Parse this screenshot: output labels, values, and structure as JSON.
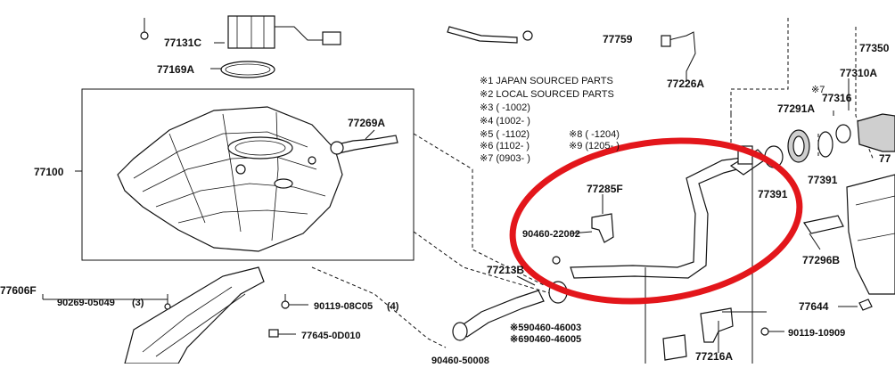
{
  "labels": {
    "p77131c": "77131C",
    "p77169a": "77169A",
    "p77100": "77100",
    "p77269a": "77269A",
    "p77606f": "77606F",
    "p90269": "90269-05049",
    "p90269_qty": "(3)",
    "p90119_08c05": "90119-08C05",
    "p90119_08c05_qty": "(4)",
    "p77645": "77645-0D010",
    "p77759": "77759",
    "p77226a": "77226A",
    "p77350": "77350",
    "p77310a": "77310A",
    "p77316": "77316",
    "p77291a": "77291A",
    "p77391_a": "77391",
    "p77391_b": "77391",
    "p77285f": "77285F",
    "p90460_22002": "90460-22002",
    "p77213b": "77213B",
    "p590460": "※590460-46003",
    "p690460": "※690460-46005",
    "p90460_50008": "90460-50008",
    "p77216a": "77216A",
    "p77296b": "77296B",
    "p77644": "77644",
    "p90119_10909": "90119-10909",
    "p77_right": "77",
    "mark7": "※7"
  },
  "notes": {
    "n1": "※1 JAPAN SOURCED PARTS",
    "n2": "※2 LOCAL SOURCED PARTS",
    "n3": "※3 (    -1002)",
    "n4": "※4 (1002-    )",
    "n5": "※5 (    -1102)",
    "n6": "※6 (1102-    )",
    "n7": "※7 (0903-    )",
    "n8": "※8 (    -1204)",
    "n9": "※9 (1205-    )"
  },
  "highlight": {
    "shape": "ellipse",
    "color": "#e3161b"
  }
}
